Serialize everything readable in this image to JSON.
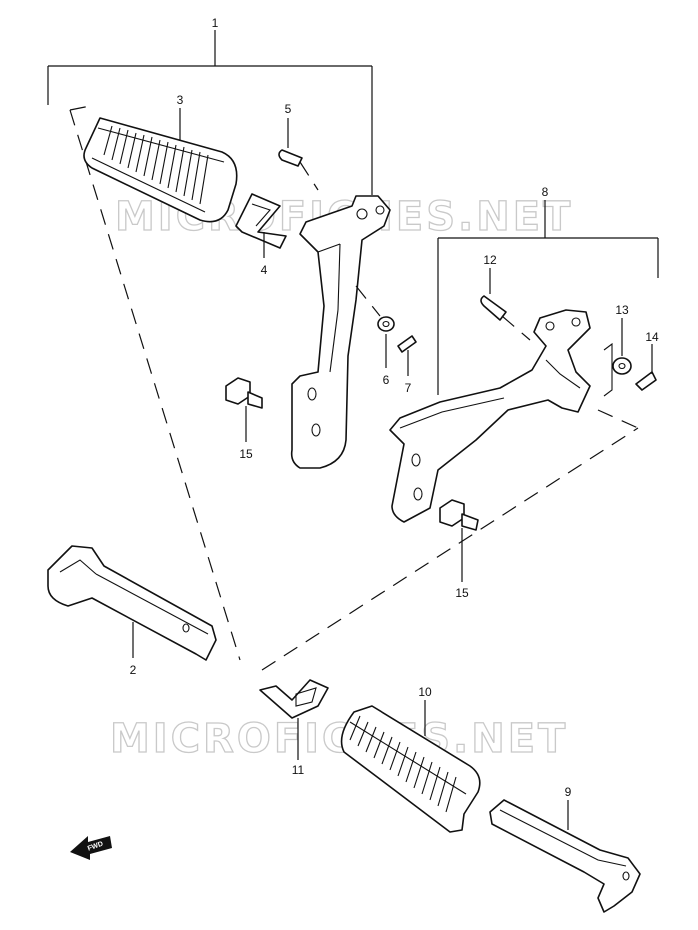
{
  "watermark": "MICROFICHES.NET",
  "fwd_label": "FWD",
  "callouts": {
    "c1": "1",
    "c2": "2",
    "c3": "3",
    "c4": "4",
    "c5": "5",
    "c6": "6",
    "c7": "7",
    "c8": "8",
    "c9": "9",
    "c10": "10",
    "c11": "11",
    "c12": "12",
    "c13": "13",
    "c14": "14",
    "c15a": "15",
    "c15b": "15"
  }
}
